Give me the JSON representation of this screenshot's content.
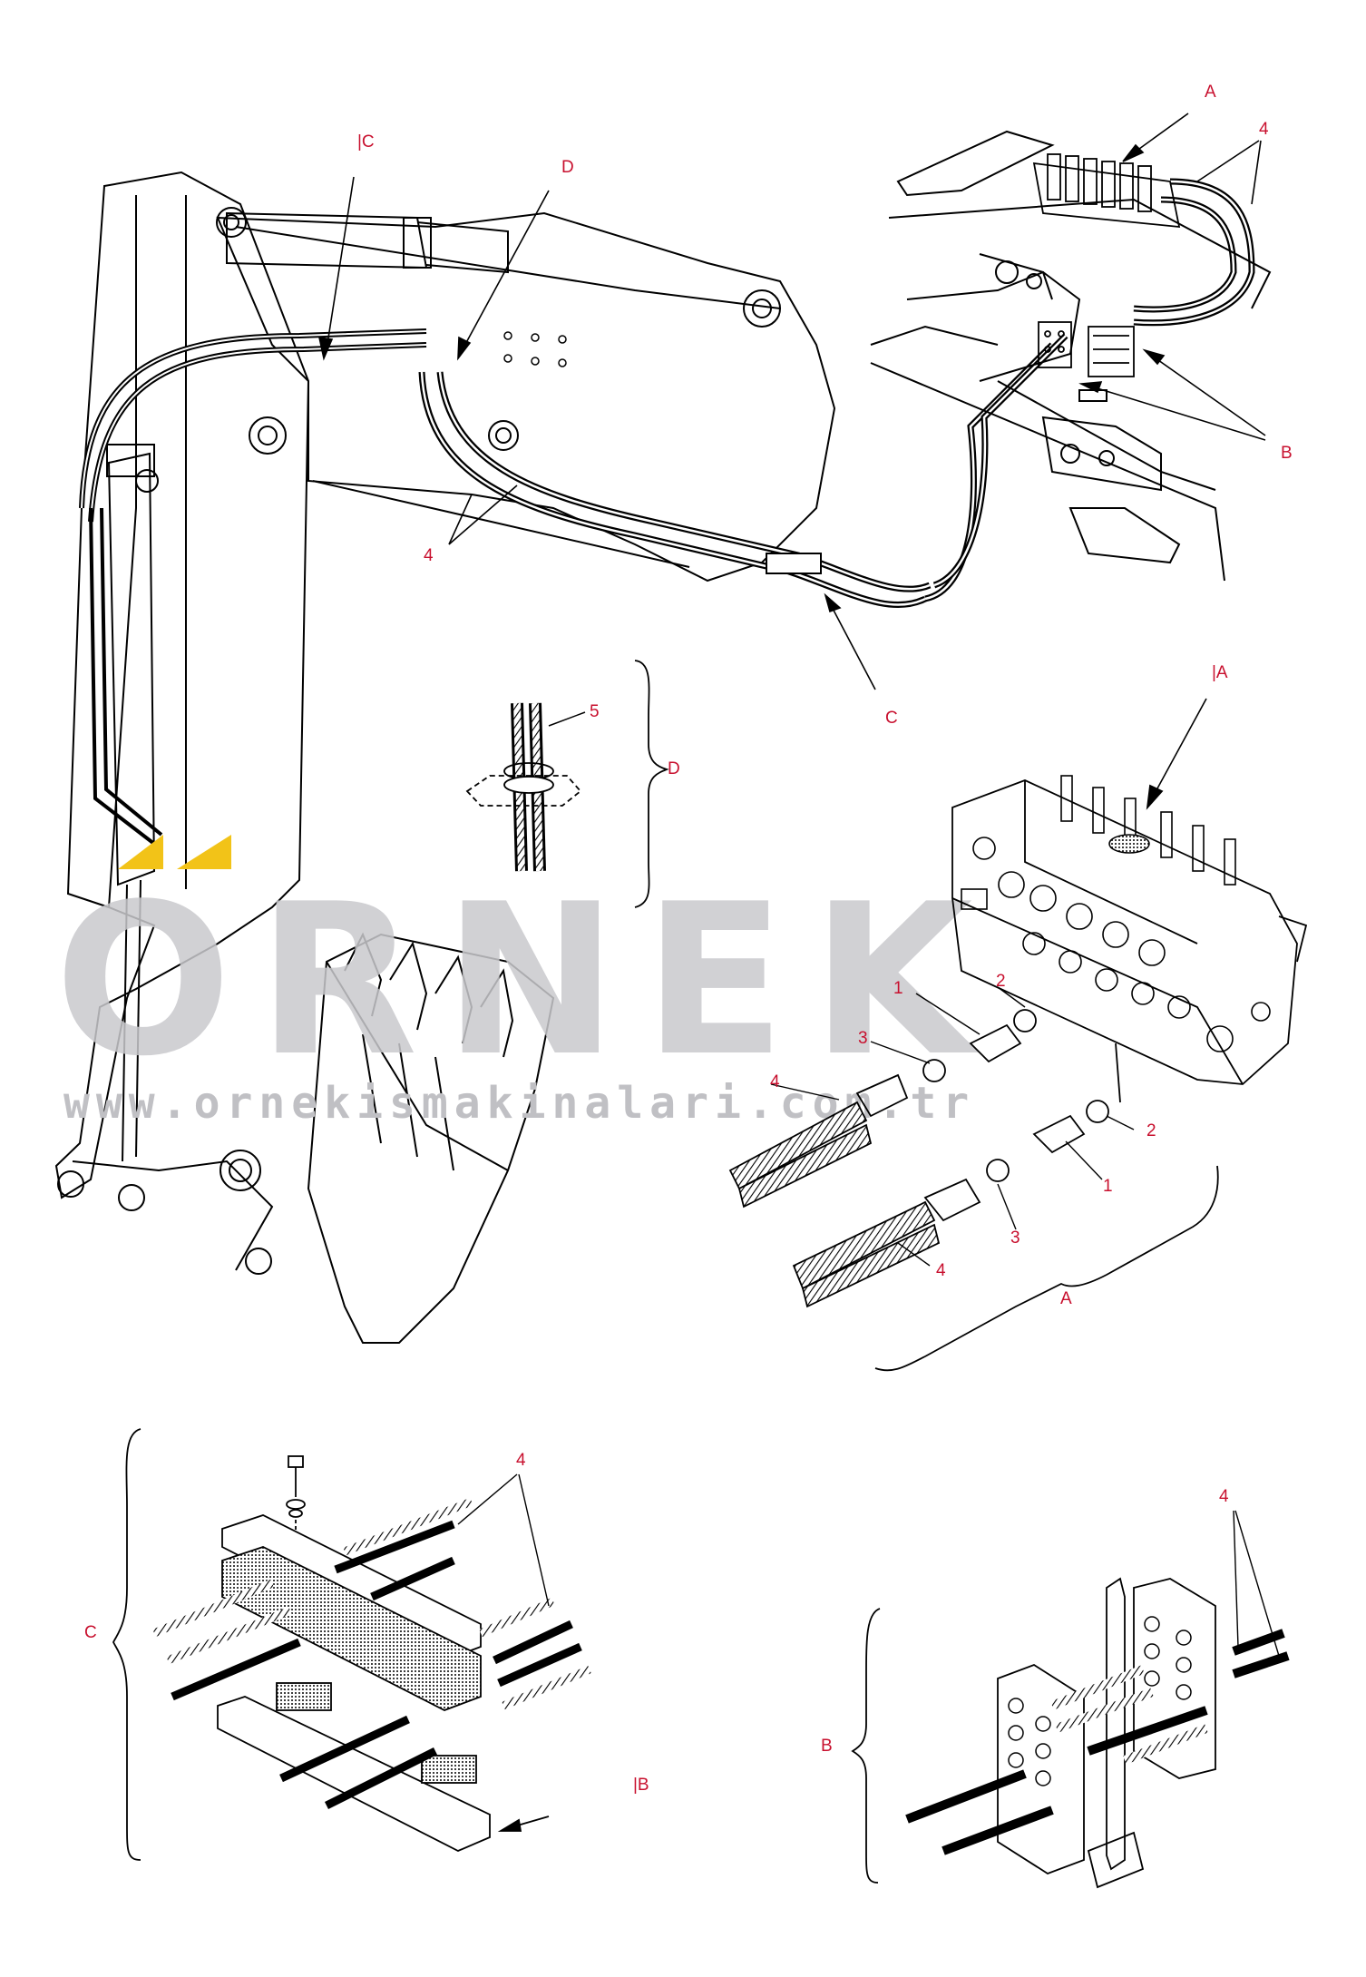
{
  "watermark": {
    "logo_text": "ORNEK",
    "url_text": "www.ornekismakinalari.com.tr",
    "logo_color": "#c9c9cd",
    "accent_color": "#f2c318"
  },
  "colors": {
    "line": "#000000",
    "callout": "#c8102e",
    "background": "#ffffff"
  },
  "callouts": {
    "top_A": "A",
    "top_4_right": "4",
    "ref_C": "|C",
    "ref_D": "D",
    "label_B": "B",
    "label_4_boom": "4",
    "label_C": "C",
    "detailD_5": "5",
    "detailD_D": "D",
    "detailA_ref": "|A",
    "detailA_1a": "1",
    "detailA_2a": "2",
    "detailA_3a": "3",
    "detailA_4a": "4",
    "detailA_2b": "2",
    "detailA_1b": "1",
    "detailA_3b": "3",
    "detailA_4b": "4",
    "detailA_A": "A",
    "detailC_4": "4",
    "detailC_C": "C",
    "detailC_refB": "|B",
    "detailB_4": "4",
    "detailB_B": "B"
  }
}
